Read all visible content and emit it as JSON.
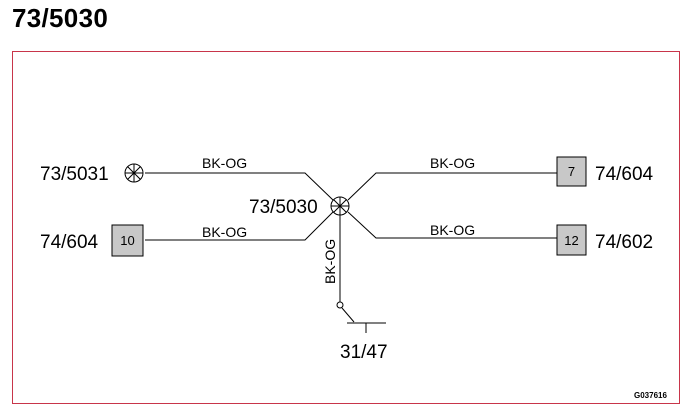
{
  "title": "73/5030",
  "splice": {
    "label": "73/5030"
  },
  "left_top": {
    "label": "73/5031",
    "wire": "BK-OG"
  },
  "left_bottom": {
    "label": "74/604",
    "pin": "10",
    "wire": "BK-OG"
  },
  "right_top": {
    "label": "74/604",
    "pin": "7",
    "wire": "BK-OG"
  },
  "right_bottom": {
    "label": "74/602",
    "pin": "12",
    "wire": "BK-OG"
  },
  "ground": {
    "label": "31/47",
    "wire": "BK-OG"
  },
  "figure_code": "G037616",
  "colors": {
    "frame": "#c8354a",
    "connector_fill": "#c8c8c8"
  }
}
